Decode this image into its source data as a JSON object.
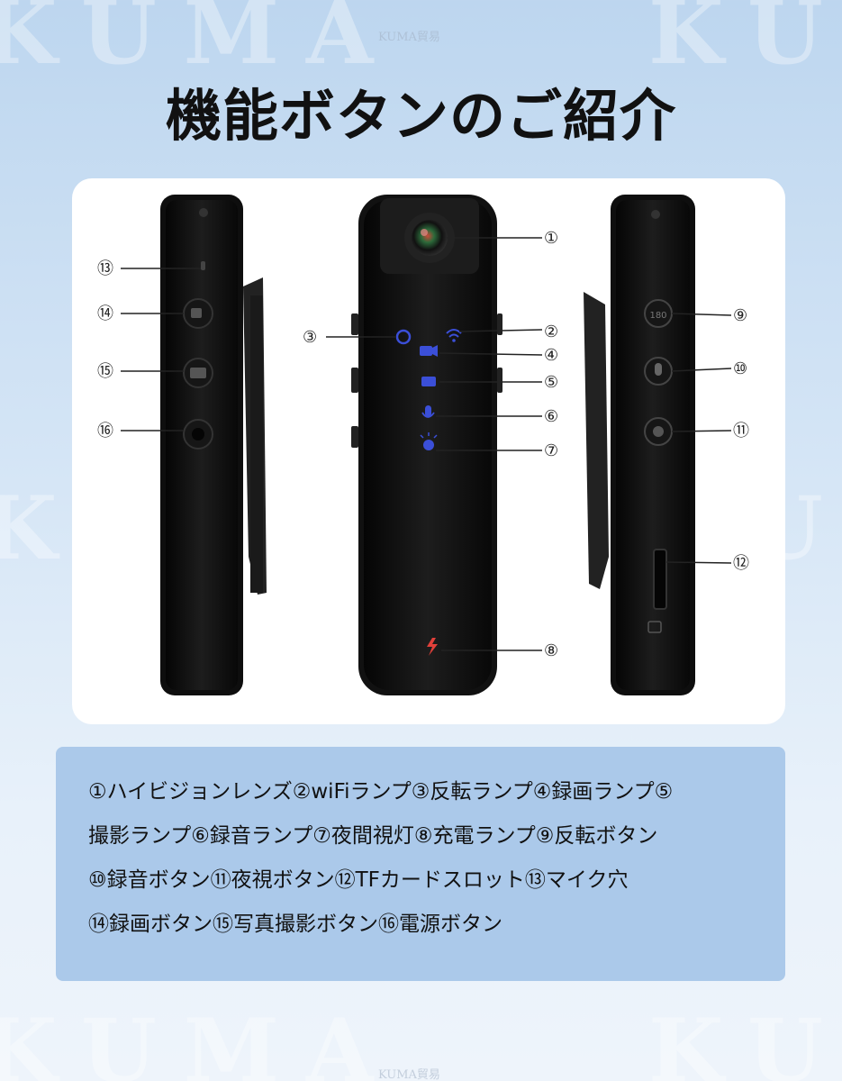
{
  "title": "機能ボタンのご紹介",
  "watermark": {
    "brand": "KUMA",
    "caption": "KUMA貿易"
  },
  "callouts": [
    "①",
    "②",
    "③",
    "④",
    "⑤",
    "⑥",
    "⑦",
    "⑧",
    "⑨",
    "⑩",
    "⑪",
    "⑫",
    "⑬",
    "⑭",
    "⑮",
    "⑯"
  ],
  "description_lines": [
    "①ハイビジョンレンズ②wiFiランプ③反転ランプ④録画ランプ⑤",
    "撮影ランプ⑥録音ランプ⑦夜間視灯⑧充電ランプ⑨反転ボタン",
    "⑩録音ボタン⑪夜視ボタン⑫TFカードスロット⑬マイク穴",
    "⑭録画ボタン⑮写真撮影ボタン⑯電源ボタン"
  ],
  "colors": {
    "page_top": "#bdd6ef",
    "page_bottom": "#eef4fb",
    "desc_box": "#abc9ea",
    "device_body": "#141414",
    "indicator_blue": "#3b4fd8",
    "charge_red": "#e0403a"
  }
}
